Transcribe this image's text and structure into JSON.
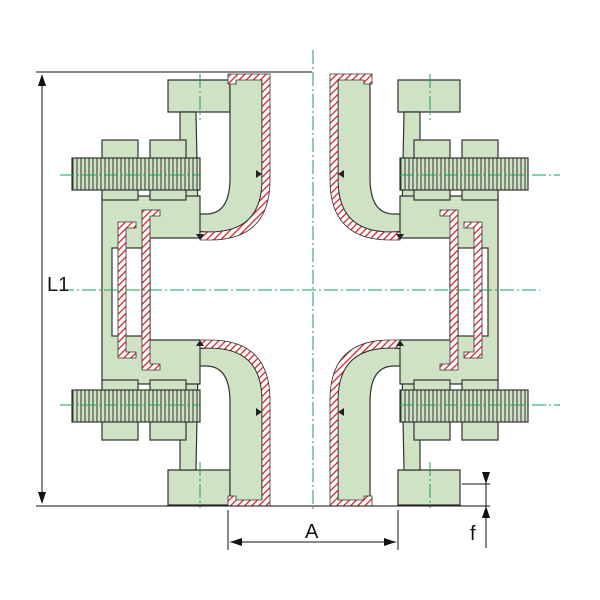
{
  "diagram": {
    "dimensions": {
      "length_label": "L1",
      "width_label": "A",
      "flange_label": "f"
    },
    "colors": {
      "body_fill": "#cfe3c4",
      "outline": "#333333",
      "liner": "#d8232a",
      "center_line": "#17a05a",
      "dimension_line": "#111111"
    }
  }
}
